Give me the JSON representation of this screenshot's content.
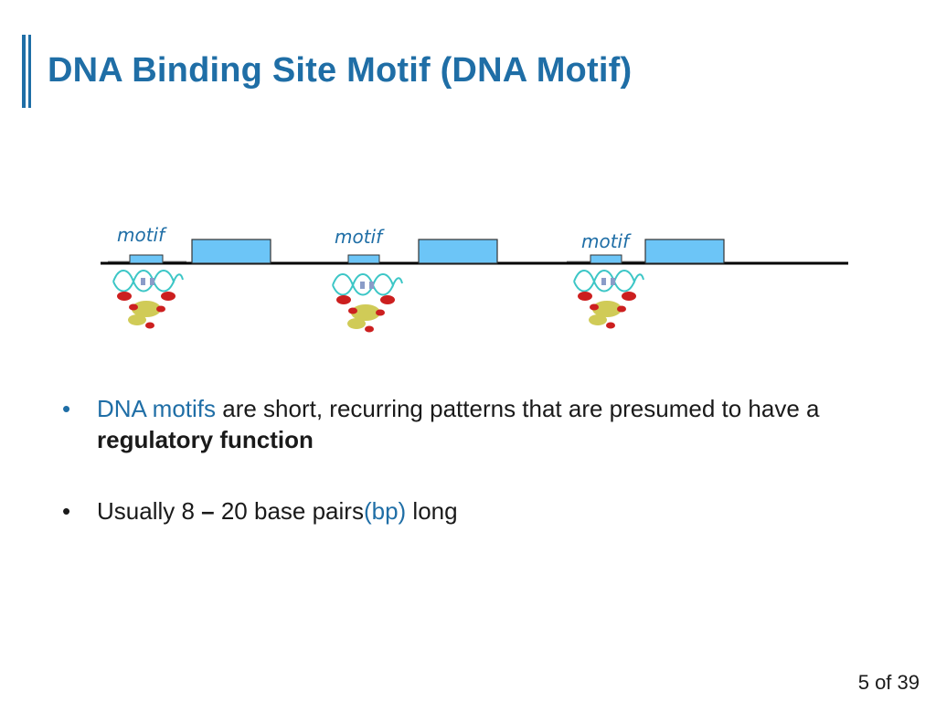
{
  "slide": {
    "title": "DNA Binding Site Motif (DNA Motif)",
    "page": "5 of 39"
  },
  "diagram": {
    "motif_labels": [
      "motif",
      "motif",
      "motif"
    ]
  },
  "bullets": {
    "b1": {
      "highlight": "DNA motifs",
      "text_mid": " are short, recurring patterns that are presumed to have a ",
      "bold": "regulatory function"
    },
    "b2": {
      "prefix": "Usually 8 ",
      "dash": "–",
      "mid": " 20 base pairs",
      "highlight": "(bp)",
      "suffix": " long"
    }
  },
  "colors": {
    "accent": "#1f6ea6",
    "box_fill": "#6cc5f7",
    "text": "#1a1a1a",
    "dna_helix": "#3cc6c6",
    "protein_red": "#cc1f1f",
    "protein_yellow": "#c8c23a"
  }
}
